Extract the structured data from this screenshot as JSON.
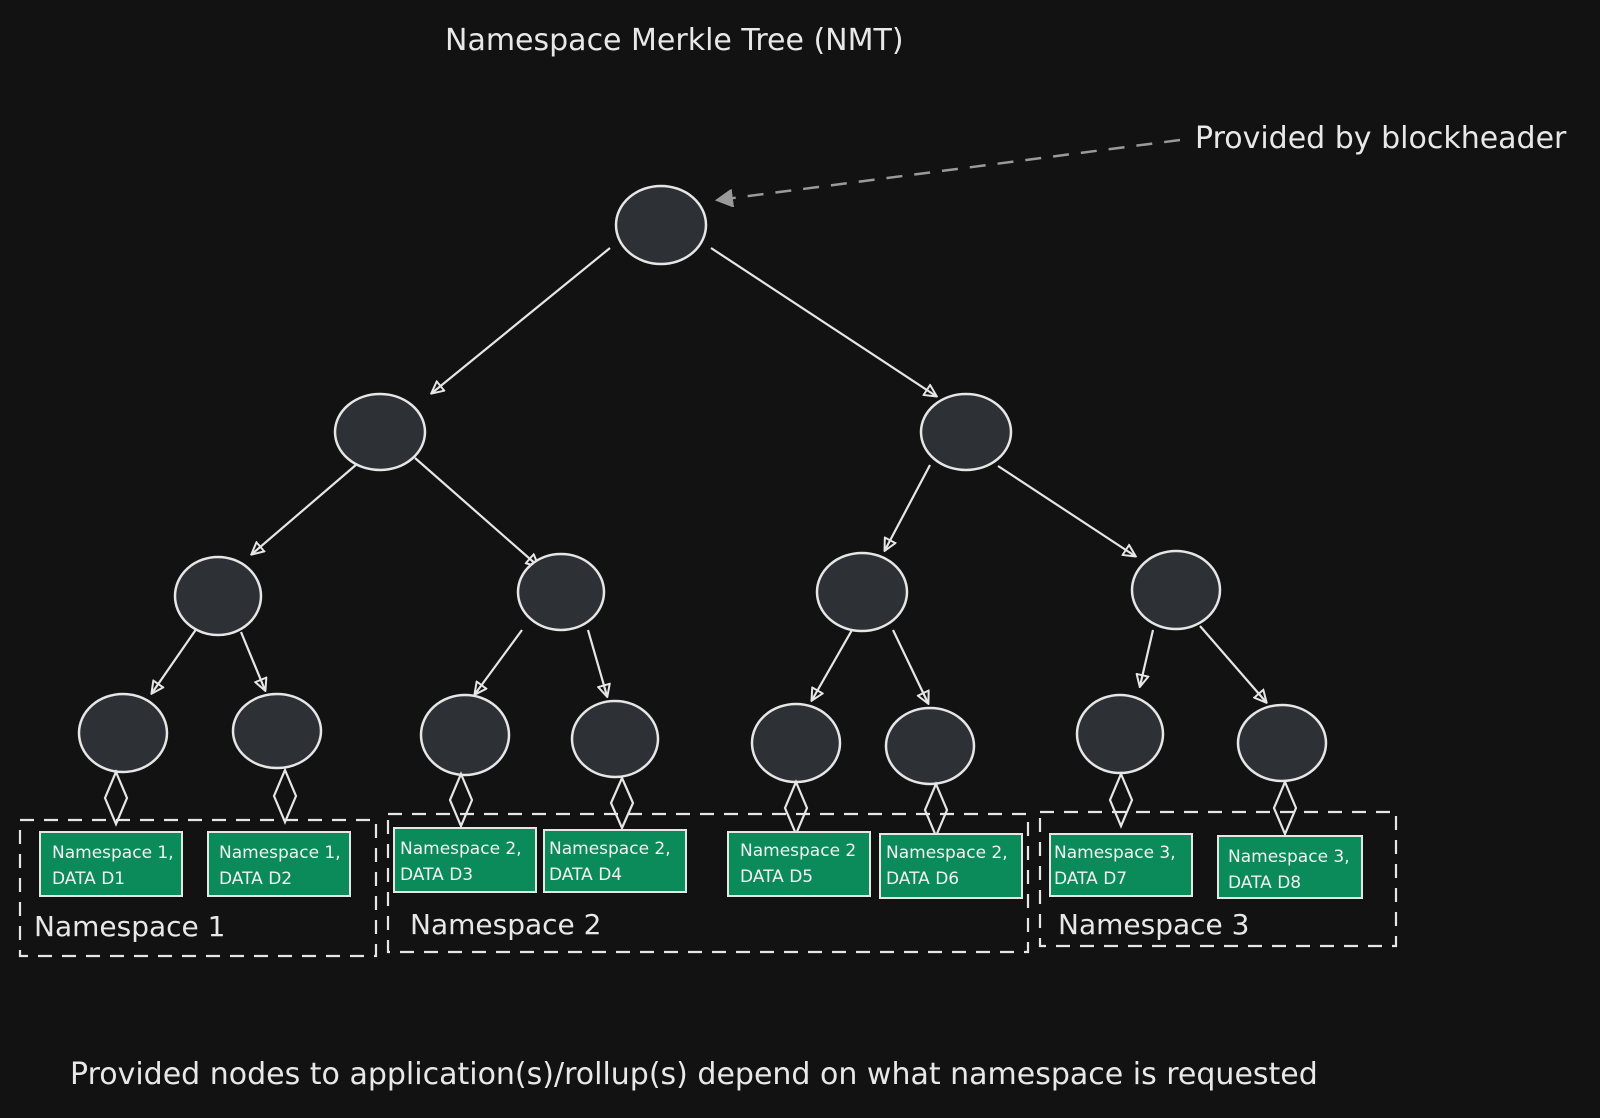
{
  "title": "Namespace Merkle Tree (NMT)",
  "root_annotation": "Provided by blockheader",
  "footer_note": "Provided nodes to application(s)/rollup(s) depend on what namespace is requested",
  "leaves": [
    {
      "line1": "Namespace 1,",
      "line2": "DATA D1"
    },
    {
      "line1": "Namespace 1,",
      "line2": "DATA D2"
    },
    {
      "line1": "Namespace 2,",
      "line2": "DATA D3"
    },
    {
      "line1": "Namespace 2,",
      "line2": "DATA D4"
    },
    {
      "line1": "Namespace 2",
      "line2": "DATA D5"
    },
    {
      "line1": "Namespace 2,",
      "line2": "DATA D6"
    },
    {
      "line1": "Namespace 3,",
      "line2": "DATA D7"
    },
    {
      "line1": "Namespace 3,",
      "line2": "DATA D8"
    }
  ],
  "groups": [
    {
      "label": "Namespace 1"
    },
    {
      "label": "Namespace 2"
    },
    {
      "label": "Namespace 3"
    }
  ],
  "colors": {
    "background": "#121212",
    "node_fill": "#2d3136",
    "leaf_fill": "#0b8a5a",
    "stroke": "#e6e6e6"
  }
}
